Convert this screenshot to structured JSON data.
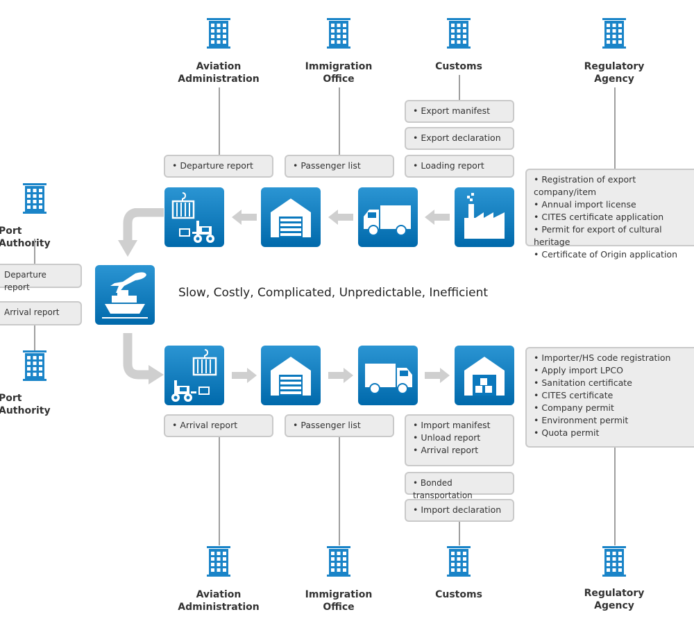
{
  "colors": {
    "accent": "#1a84c8",
    "box_fill": "#ececec",
    "box_border": "#c9c9c9",
    "arrow": "#cfcfcf"
  },
  "top_agencies": [
    {
      "label": "Aviation\nAdministration",
      "icon": "building-icon"
    },
    {
      "label": "Immigration\nOffice",
      "icon": "building-icon"
    },
    {
      "label": "Customs",
      "icon": "building-icon"
    },
    {
      "label": "Regulatory\nAgency",
      "icon": "building-icon"
    }
  ],
  "bottom_agencies": [
    {
      "label": "Aviation\nAdministration",
      "icon": "building-icon"
    },
    {
      "label": "Immigration\nOffice",
      "icon": "building-icon"
    },
    {
      "label": "Customs",
      "icon": "building-icon"
    },
    {
      "label": "Regulatory\nAgency",
      "icon": "building-icon"
    }
  ],
  "port_authority": {
    "top_label": "Port Authority",
    "bottom_label": "Port Authority",
    "departure": "Departure report",
    "arrival": "Arrival report"
  },
  "export_docs": {
    "aviation": [
      "Departure report"
    ],
    "immigration": [
      "Passenger list"
    ],
    "customs_manifest": [
      "Export manifest"
    ],
    "customs_declaration": [
      "Export declaration"
    ],
    "customs_loading": [
      "Loading report"
    ],
    "regulatory": [
      "Registration of export company/item",
      "Annual import license",
      "CITES certificate application",
      "Permit for export of cultural heritage",
      "Certificate of Origin application"
    ]
  },
  "import_docs": {
    "aviation": [
      "Arrival report"
    ],
    "immigration": [
      "Passenger list"
    ],
    "customs_manifest": [
      "Import manifest",
      "Unload report",
      "Arrival report"
    ],
    "customs_bonded": [
      "Bonded transportation"
    ],
    "customs_declaration": [
      "Import declaration"
    ],
    "regulatory": [
      "Importer/HS code registration",
      "Apply import LPCO",
      "Sanitation certificate",
      "CITES certificate",
      "Company permit",
      "Environment permit",
      "Quota permit"
    ]
  },
  "center_title": "Slow, Costly, Complicated, Unpredictable, Inefficient",
  "steps_export": [
    "crane-forklift-icon",
    "warehouse-icon",
    "truck-icon",
    "factory-icon"
  ],
  "steps_import": [
    "crane-forklift-icon",
    "warehouse-icon",
    "truck-icon",
    "warehouse-boxes-icon"
  ],
  "transport_icon": "plane-ship-icon"
}
